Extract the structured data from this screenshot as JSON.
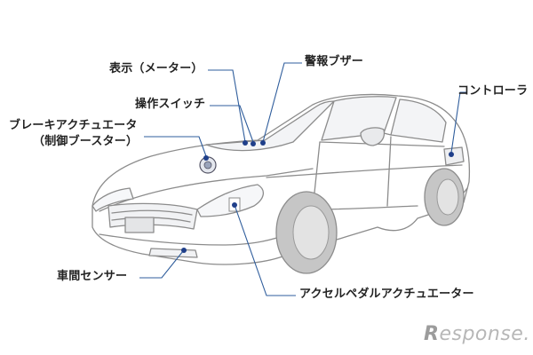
{
  "diagram": {
    "callouts": {
      "display_meter": "表示（メーター）",
      "warning_buzzer": "警報ブザー",
      "operation_switch": "操作スイッチ",
      "brake_actuator": "ブレーキアクチュエータ",
      "brake_booster": "（制御ブースター）",
      "controller": "コントローラ",
      "distance_sensor": "車間センサー",
      "accel_pedal_actuator": "アクセルペダルアクチュエーター"
    },
    "colors": {
      "leader_line": "#2f5d9c",
      "marker_dot": "#1f3f8a",
      "car_outline": "#8c8c8c",
      "tire": "#c6c6c6"
    }
  },
  "watermark": {
    "text": "esponse.",
    "mark": "R"
  }
}
